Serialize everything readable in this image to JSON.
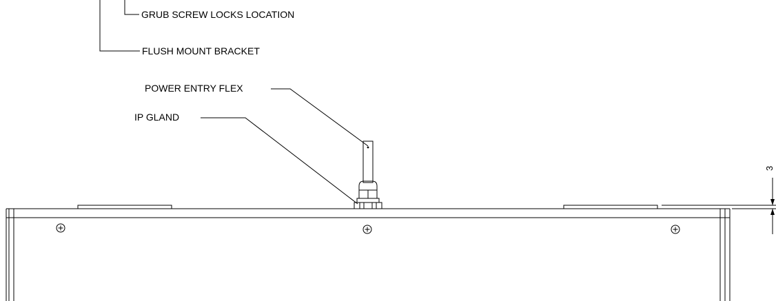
{
  "callouts": {
    "grub_screw": "GRUB SCREW LOCKS LOCATION",
    "flush_mount": "FLUSH MOUNT BRACKET",
    "power_entry": "POWER ENTRY FLEX",
    "ip_gland": "IP GLAND"
  },
  "dimension": {
    "value": "3"
  },
  "icons": {
    "screw": "screw-head-icon"
  }
}
